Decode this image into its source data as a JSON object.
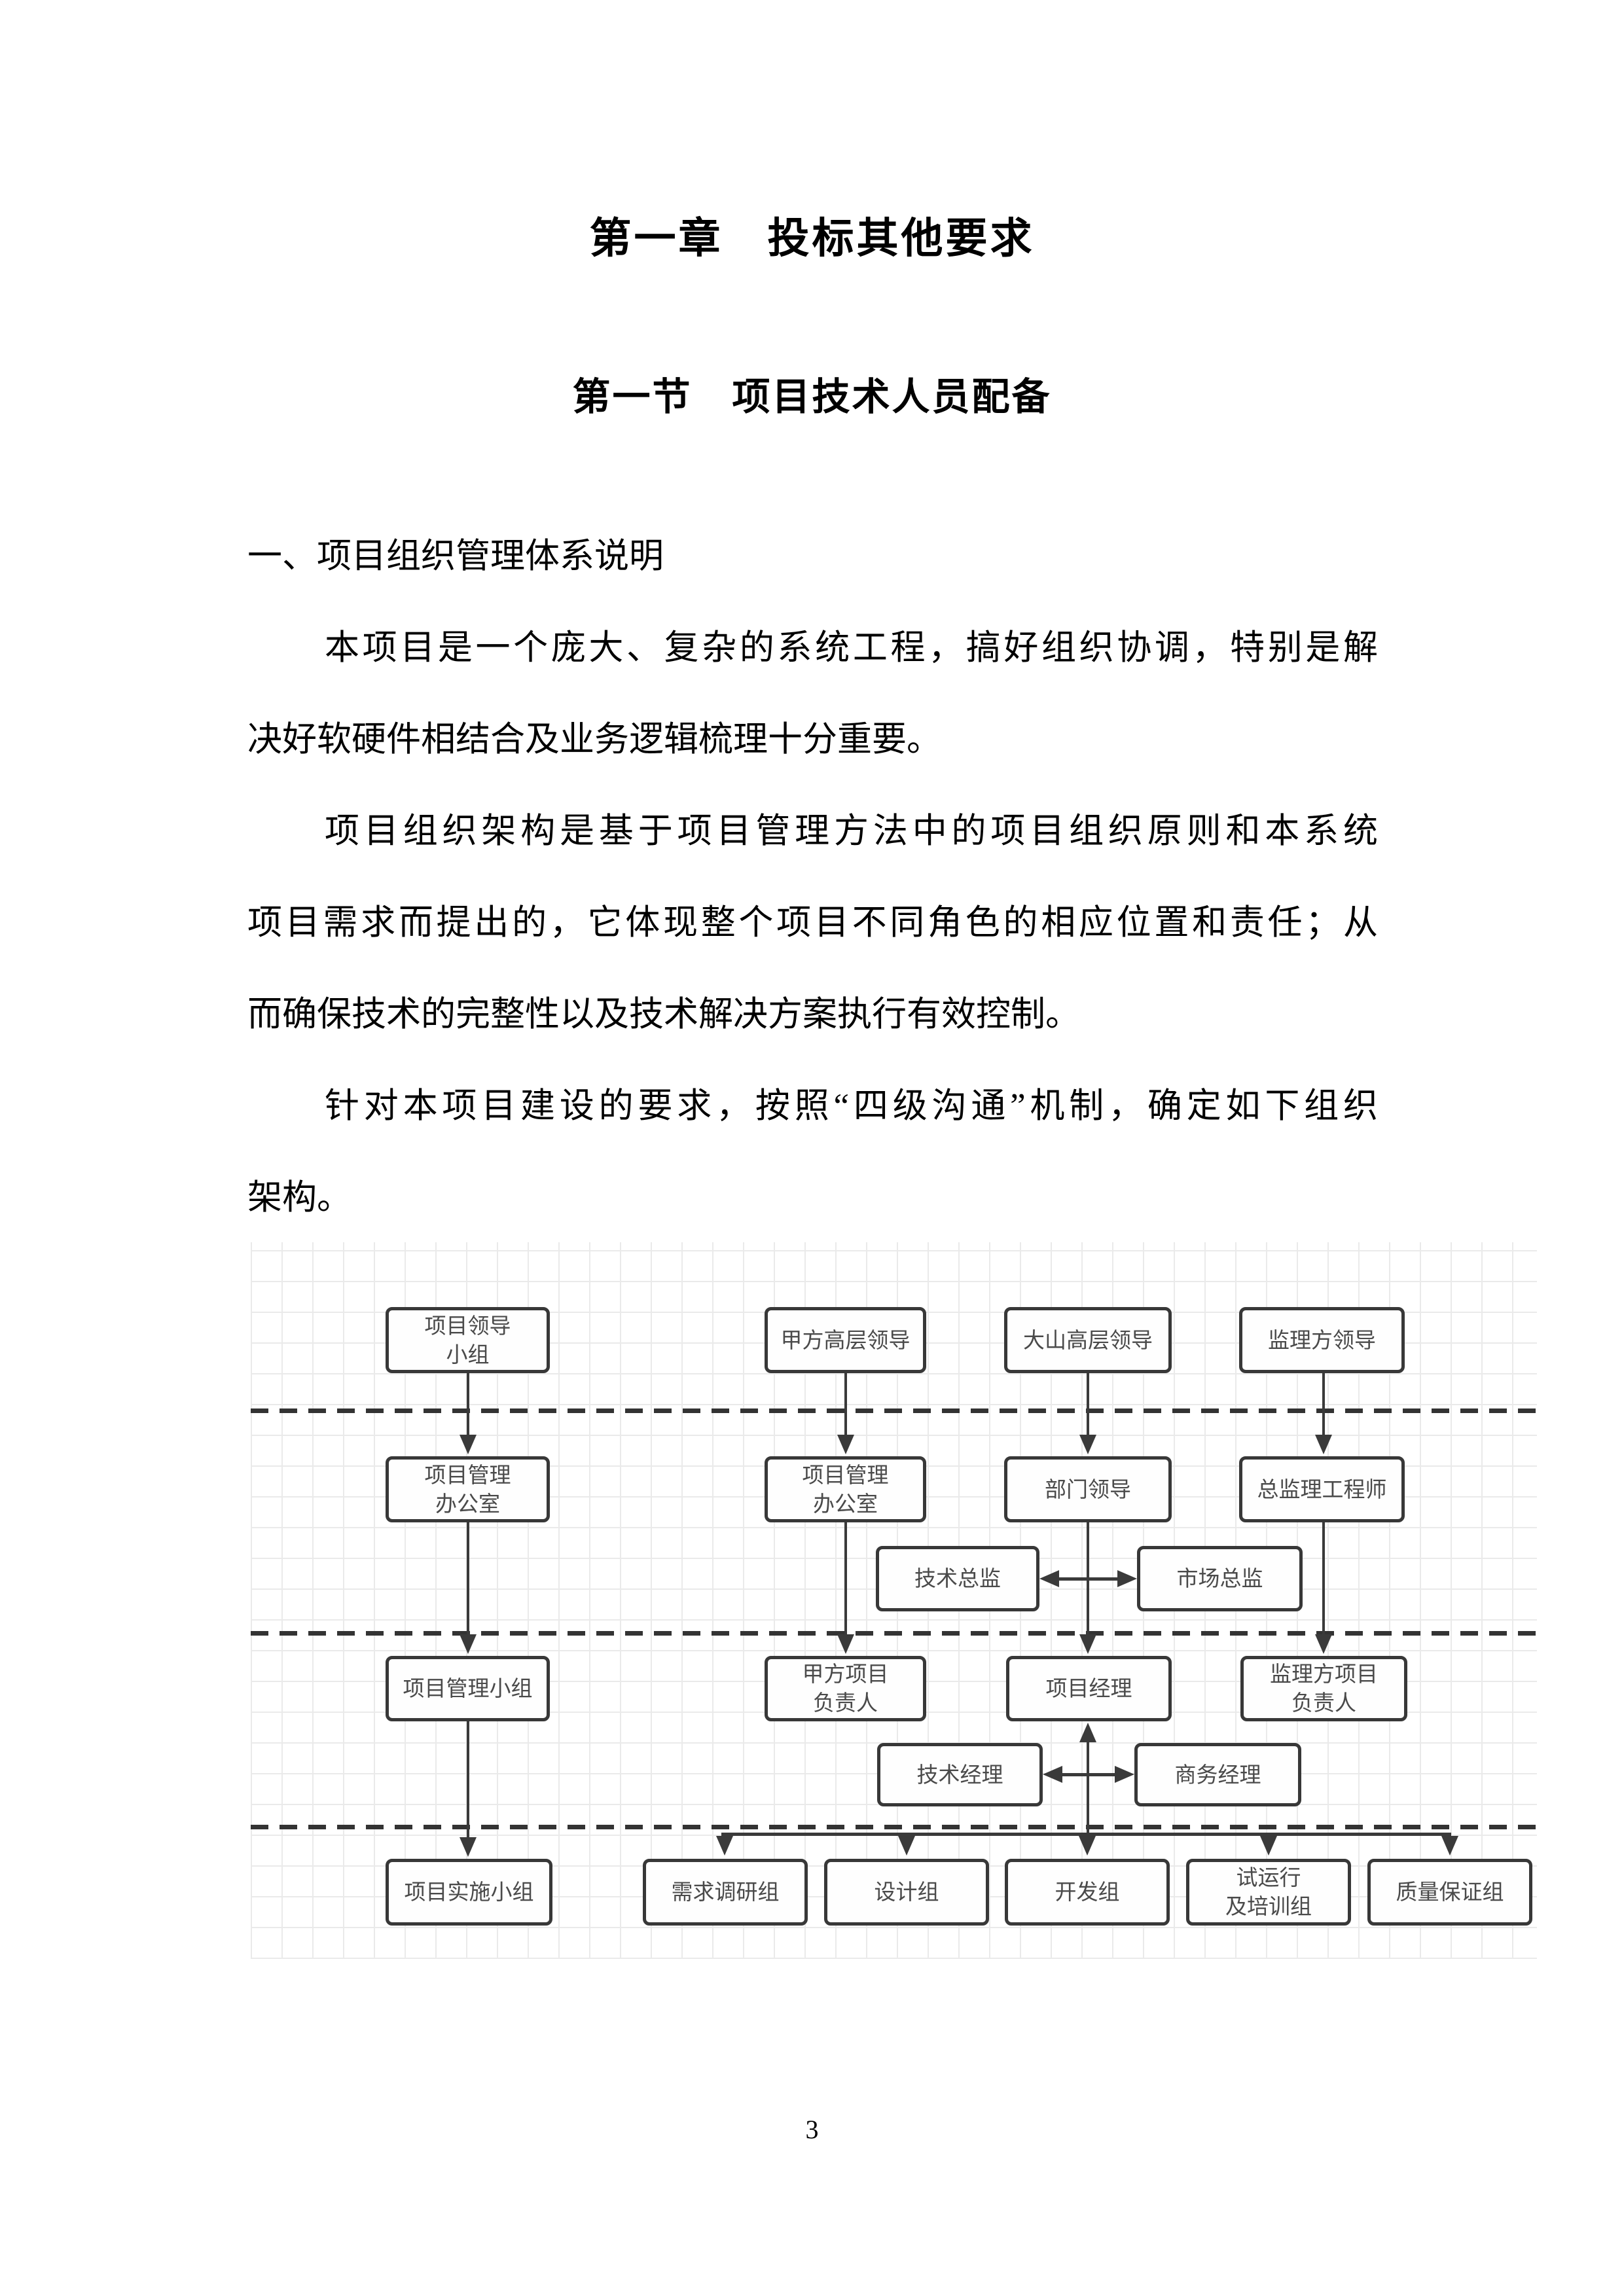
{
  "doc": {
    "chapter_title": "第一章　投标其他要求",
    "section_title": "第一节　项目技术人员配备",
    "page_number": "3",
    "lines": [
      "一、项目组织管理体系说明",
      "本项目是一个庞大、复杂的系统工程，搞好组织协调，特别是解",
      "决好软硬件相结合及业务逻辑梳理十分重要。",
      "项目组织架构是基于项目管理方法中的项目组织原则和本系统",
      "项目需求而提出的，它体现整个项目不同角色的相应位置和责任；从",
      "而确保技术的完整性以及技术解决方案执行有效控制。",
      "针对本项目建设的要求，按照“四级沟通”机制，确定如下组织",
      "架构。"
    ]
  },
  "diagram": {
    "colors": {
      "line": "#3a3a3a",
      "box_border": "#383838",
      "box_text": "#4a4a4a",
      "grid": "#eaeaea"
    },
    "boxes": [
      {
        "label": "项目领导\n小组"
      },
      {
        "label": "甲方高层领导"
      },
      {
        "label": "大山高层领导"
      },
      {
        "label": "监理方领导"
      },
      {
        "label": "项目管理\n办公室"
      },
      {
        "label": "项目管理\n办公室"
      },
      {
        "label": "部门领导"
      },
      {
        "label": "总监理工程师"
      },
      {
        "label": "技术总监"
      },
      {
        "label": "市场总监"
      },
      {
        "label": "项目管理小组"
      },
      {
        "label": "甲方项目\n负责人"
      },
      {
        "label": "项目经理"
      },
      {
        "label": "监理方项目\n负责人"
      },
      {
        "label": "技术经理"
      },
      {
        "label": "商务经理"
      },
      {
        "label": "项目实施小组"
      },
      {
        "label": "需求调研组"
      },
      {
        "label": "设计组"
      },
      {
        "label": "开发组"
      },
      {
        "label": "试运行\n及培训组"
      },
      {
        "label": "质量保证组"
      }
    ]
  }
}
